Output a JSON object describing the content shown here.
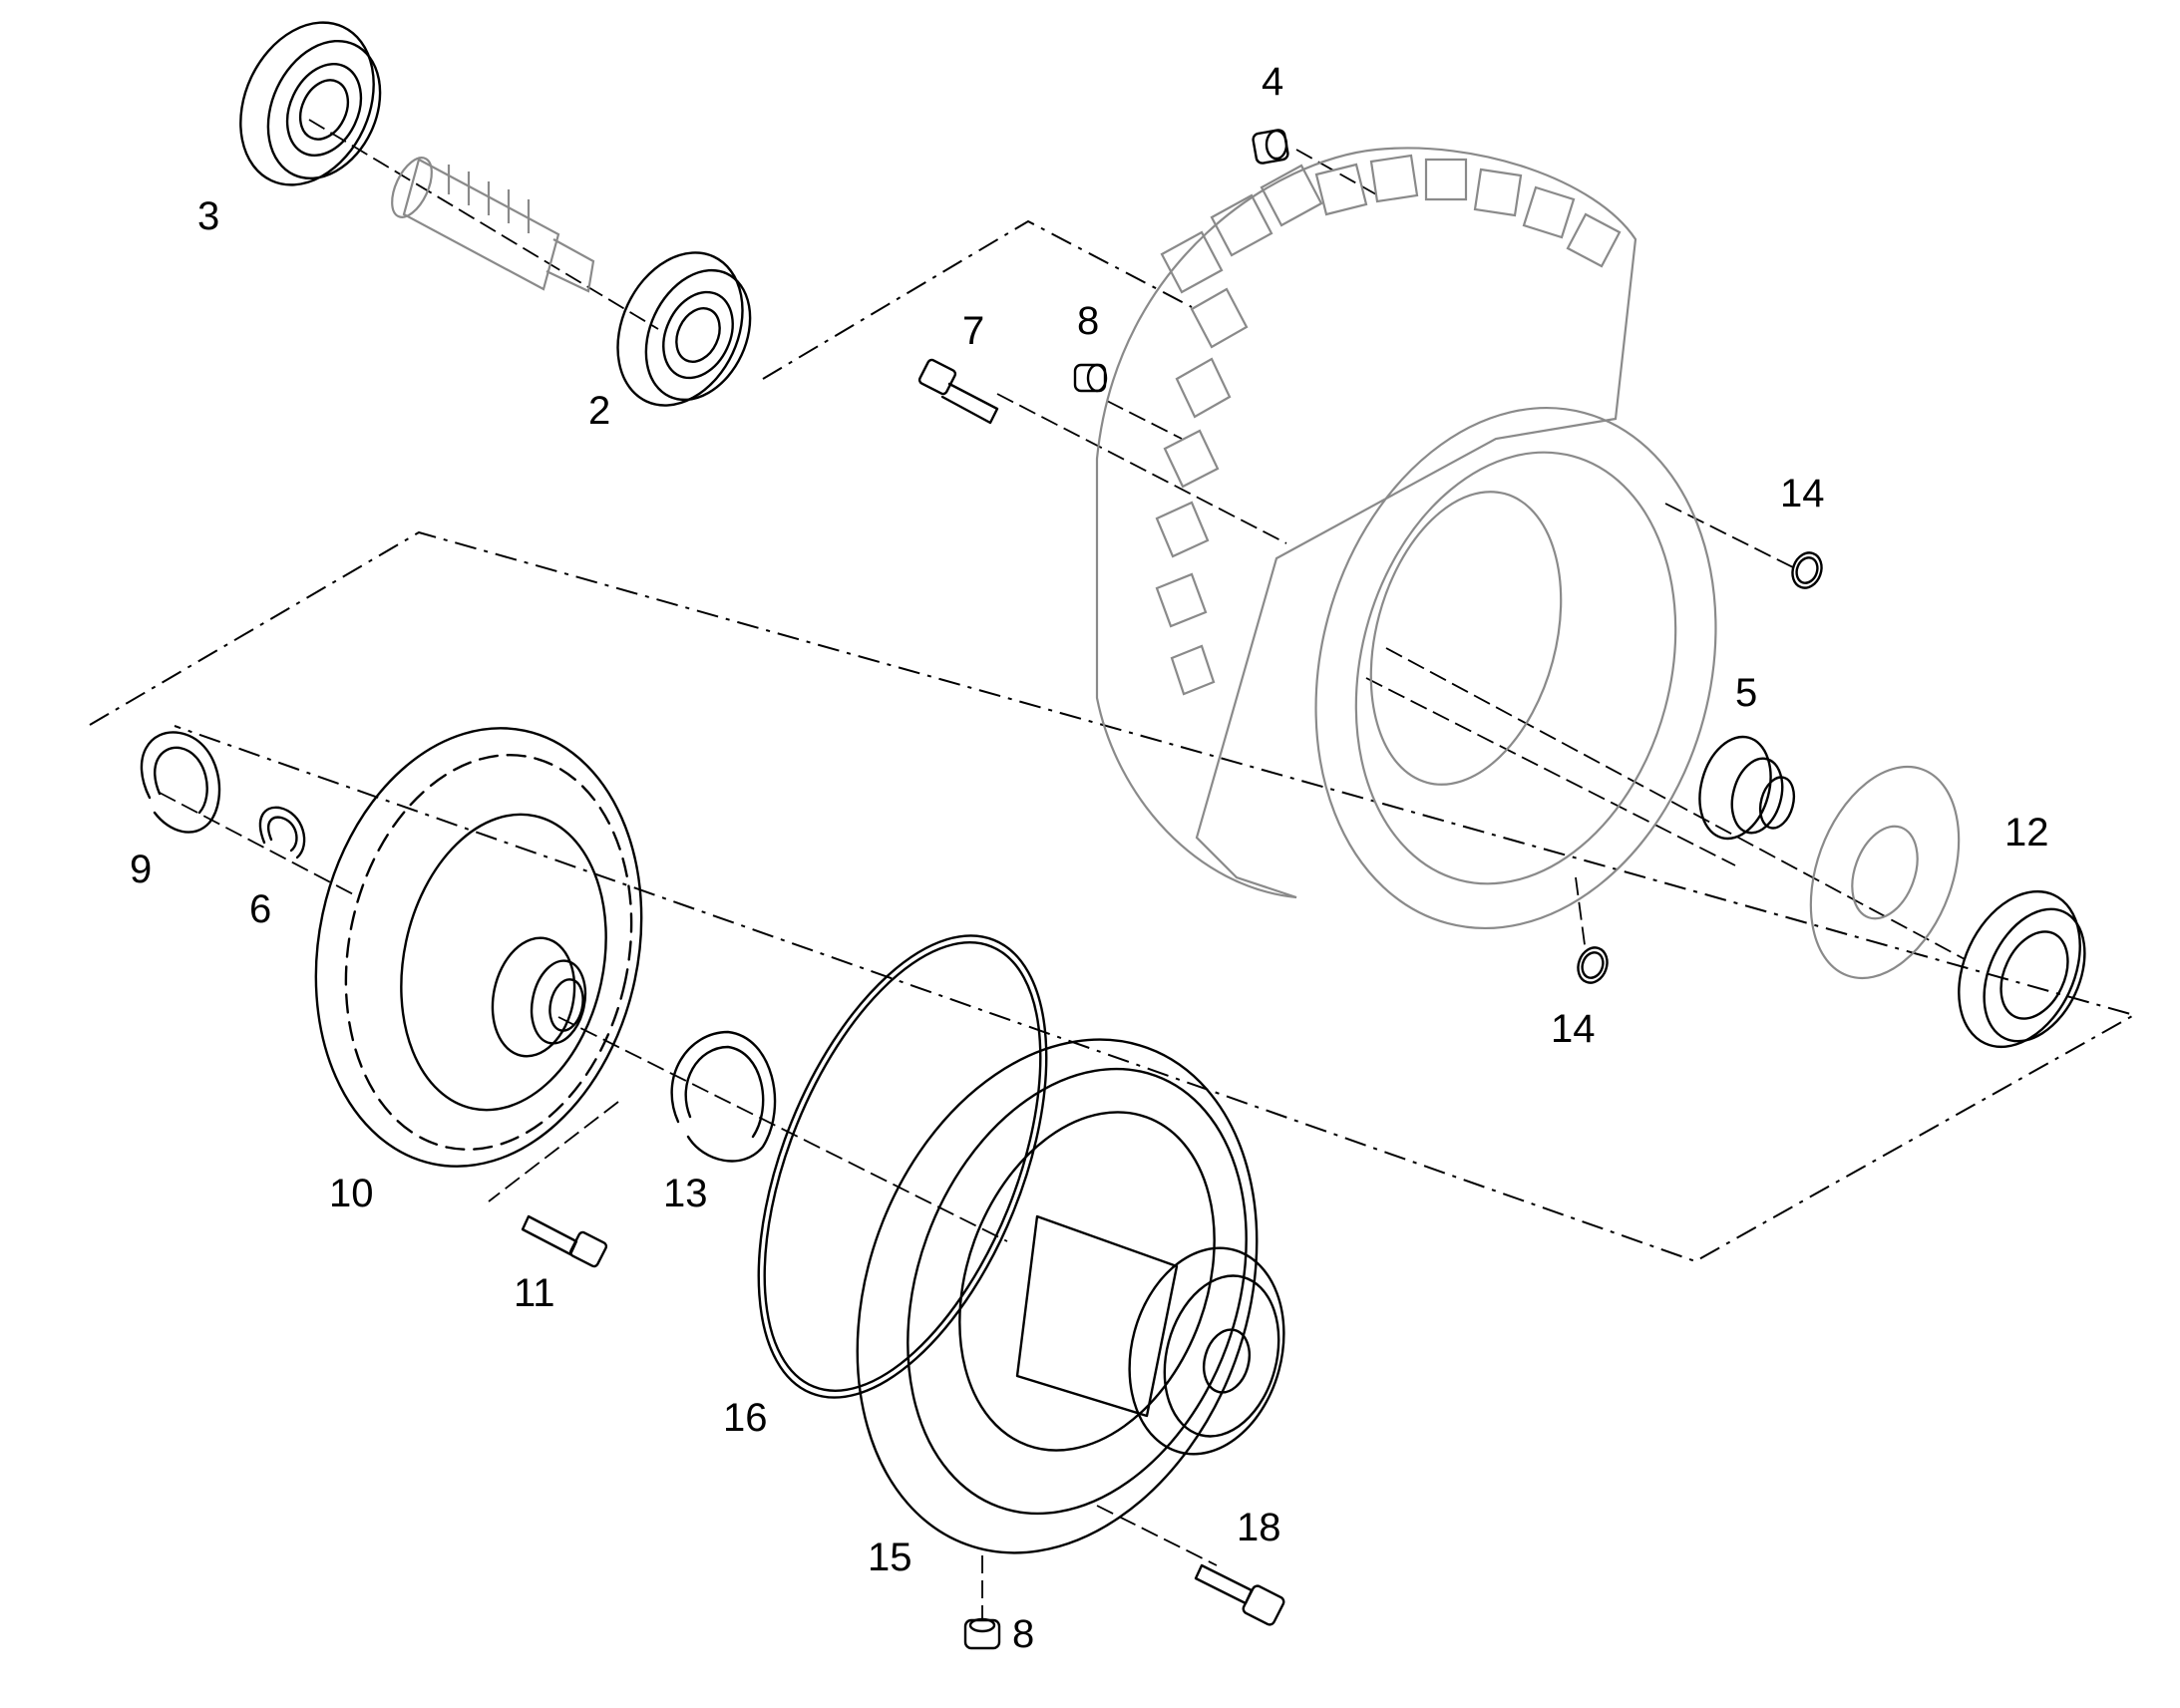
{
  "diagram": {
    "callouts": [
      {
        "id": "3",
        "text": "3"
      },
      {
        "id": "4",
        "text": "4"
      },
      {
        "id": "2",
        "text": "2"
      },
      {
        "id": "7",
        "text": "7"
      },
      {
        "id": "8a",
        "text": "8"
      },
      {
        "id": "14a",
        "text": "14"
      },
      {
        "id": "5",
        "text": "5"
      },
      {
        "id": "12",
        "text": "12"
      },
      {
        "id": "14b",
        "text": "14"
      },
      {
        "id": "9",
        "text": "9"
      },
      {
        "id": "6",
        "text": "6"
      },
      {
        "id": "10",
        "text": "10"
      },
      {
        "id": "13",
        "text": "13"
      },
      {
        "id": "11",
        "text": "11"
      },
      {
        "id": "16",
        "text": "16"
      },
      {
        "id": "15",
        "text": "15"
      },
      {
        "id": "18",
        "text": "18"
      },
      {
        "id": "8b",
        "text": "8"
      }
    ]
  }
}
